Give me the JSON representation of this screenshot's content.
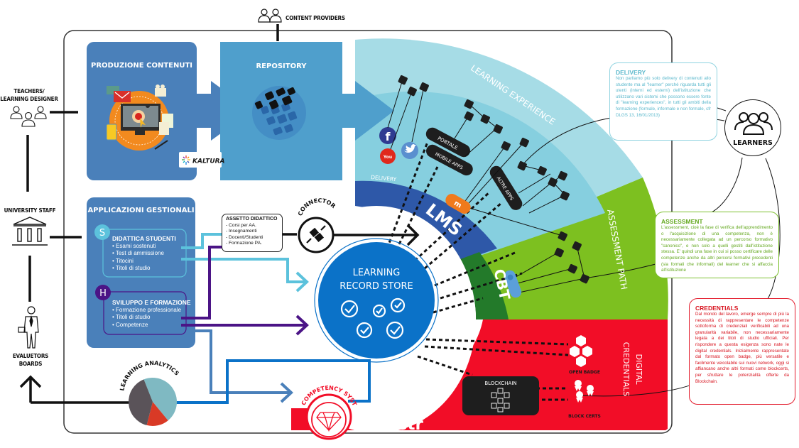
{
  "actors": {
    "content_providers": "CONTENT PROVIDERS",
    "teachers_line1": "TEACHERS/",
    "teachers_line2": "LEARNING DESIGNER",
    "university_staff": "UNIVERSITY STAFF",
    "evaluators_line1": "EVALUETORS",
    "evaluators_line2": "BOARDS",
    "learners": "LEARNERS"
  },
  "produzione": {
    "title": "PRODUZIONE CONTENUTI",
    "kaltura": "KALTURA"
  },
  "repository": {
    "title": "REPOSITORY"
  },
  "applicazioni": {
    "title": "APPLICAZIONI GESTIONALI",
    "didattica": {
      "badge": "S",
      "title": "DIDATTICA STUDENTI",
      "items": [
        "Esami sostenuti",
        "Test di ammissione",
        "Titocini",
        "Titoli di studio"
      ]
    },
    "sviluppo": {
      "badge": "H",
      "title": "SVILUPPO E FORMAZIONE",
      "items": [
        "Formazione professionale",
        "Titoli di studio",
        "Competenze"
      ]
    }
  },
  "assetto": {
    "title": "ASSETTO DIDATTICO",
    "items": [
      "- Corsi per AA.",
      "- Insegnamenti",
      "- Docenti/Studenti",
      "- Formazione PA."
    ]
  },
  "connector": "CONNECTOR",
  "lrs": {
    "line1": "LEARNING",
    "line2": "RECORD STORE"
  },
  "learning_experience": {
    "title": "LEARNING EXPERIENCE",
    "delivery": "DELIVERY",
    "portale": "PORTALE",
    "mobile_apps": "MOBILE APPS",
    "altre_apps": "ALTRE APPS",
    "social": [
      "f",
      "You Tube",
      "twitter"
    ]
  },
  "lms": "LMS",
  "cbt": "CBT",
  "assessment_path": "ASSESSMENT PATH",
  "digital_credentials": {
    "line1": "DIGITAL",
    "line2": "CREDENTIALS",
    "open_badge": "OPEN BADGE",
    "block_certs": "BLOCK CERTS",
    "blockchain": "BLOCKCHAIN"
  },
  "competency_system": "COMPETENCY SYSTEM",
  "bestr": ".Bestr",
  "learning_analytics": {
    "label": "LEARNING ANALYTICS",
    "slices": [
      {
        "name": "teal",
        "value": 45,
        "color": "#7fb9c2"
      },
      {
        "name": "red",
        "value": 15,
        "color": "#d93a26"
      },
      {
        "name": "dark",
        "value": 40,
        "color": "#5a5359"
      }
    ]
  },
  "callouts": {
    "delivery": {
      "title": "DELIVERY",
      "text": "Non parliamo più solo delivery di contenuti allo studente ma al \"learner\" perché riguarda tutti gli utenti (interni ed esterni) dell'istituzione che utilizzano vari sistemi che possono essere fonte di \"learning experiences\", in tutti gli ambiti della formazione (formale, informale e non formale, cfr DLGS 13, 16/01/2013)"
    },
    "assessment": {
      "title": "ASSESSMENT",
      "text": "L'assessment, cioè la fase di verifica dell'apprendimento o l'acquisizione di una competenza, non è necessariamente collegata ad un percorso formativo \"canonico\", e non solo a quelli gestiti dall'istituzione stessa. E' quindi una fase in cui si posso certificare delle competenze anche da altri percorsi formativi precedenti (sia formali che informali) del learner che si affaccia all'istituzione"
    },
    "credentials": {
      "title": "CREDENTIALS",
      "text": "Dal mondo del lavoro, emerge sempre di più la necessità di rappresentare le competenze sottoforma di credenziali verificabili ad una granularità variabile, non necessariamente legata a dei titoli di studio ufficiali. Per rispondere a questa esigenza sono nate le digital credentials. Inizialmente rappresentate dal formato open badge, più versatile e facilmente veicolabile sui nuovi network, oggi si affiancano anche altri formati come blockcerts, per sfruttare le potenzialità offerte da Blockchain."
    }
  },
  "colors": {
    "box_blue": "#4a80ba",
    "repo_blue": "#4f9fcc",
    "le_light": "#a6dce6",
    "le_mid": "#86cfdf",
    "lms_blue": "#2e58a8",
    "green": "#7dc020",
    "cbt_green": "#237a2a",
    "red": "#f20d27",
    "lrs_blue": "#0b72c8",
    "cyan_line": "#5cc2dc",
    "purple_line": "#4b1486",
    "orange": "#f07a1c"
  }
}
